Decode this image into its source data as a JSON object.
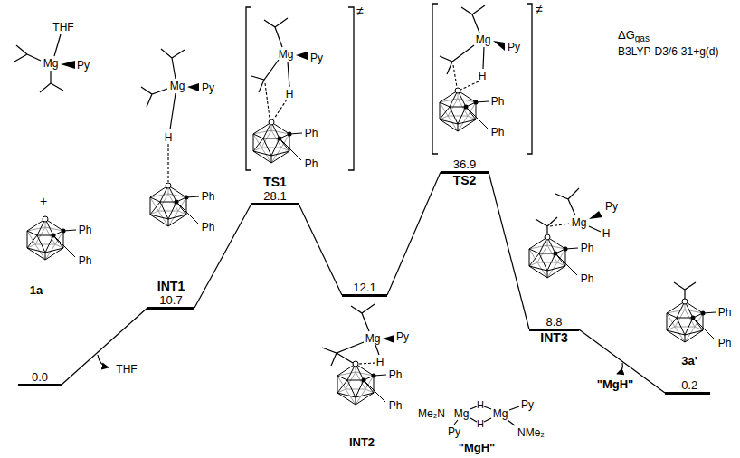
{
  "diagram": {
    "nodes": [
      {
        "text": [
          "0.0"
        ]
      },
      {
        "text": [
          "INT1",
          "10.7"
        ]
      },
      {
        "text": [
          "TS1",
          "28.1"
        ]
      },
      {
        "text": [
          "12.1"
        ]
      },
      {
        "text": [
          "36.9",
          "TS2"
        ]
      },
      {
        "text": [
          "8.8",
          "INT3"
        ]
      },
      {
        "text": [
          "-0.2"
        ]
      }
    ],
    "edges": [
      {
        "from": 0,
        "to": 1,
        "arrow": "none"
      },
      {
        "from": 1,
        "to": 2,
        "arrow": "none"
      },
      {
        "from": 2,
        "to": 3,
        "arrow": "none"
      },
      {
        "from": 3,
        "to": 4,
        "arrow": "none"
      },
      {
        "from": 4,
        "to": 5,
        "arrow": "none"
      },
      {
        "from": 5,
        "to": 6,
        "arrow": "none"
      }
    ],
    "labels": [
      "THF",
      "Mg",
      "Py",
      "+",
      "Ph",
      "Ph",
      "1a",
      "Mg",
      "Py",
      "H",
      "Ph",
      "Ph",
      "≠",
      "Mg",
      "Py",
      "H",
      "Ph",
      "Ph",
      "Mg",
      "Py",
      "H",
      "Ph",
      "Ph",
      "INT2",
      "≠",
      "Mg",
      "Py",
      "H",
      "Ph",
      "Ph",
      "Py",
      "Mg",
      "H",
      "Ph",
      "Ph",
      "Ph",
      "Ph",
      "3a'",
      "Me₂N",
      "Mg",
      "H",
      "H",
      "Mg",
      "Py",
      "Py",
      "NMe₂",
      "\"MgH\"",
      "THF",
      "\"MgH\"",
      "ΔG",
      "gas",
      "B3LYP-D3/6-31+g(d)"
    ]
  }
}
